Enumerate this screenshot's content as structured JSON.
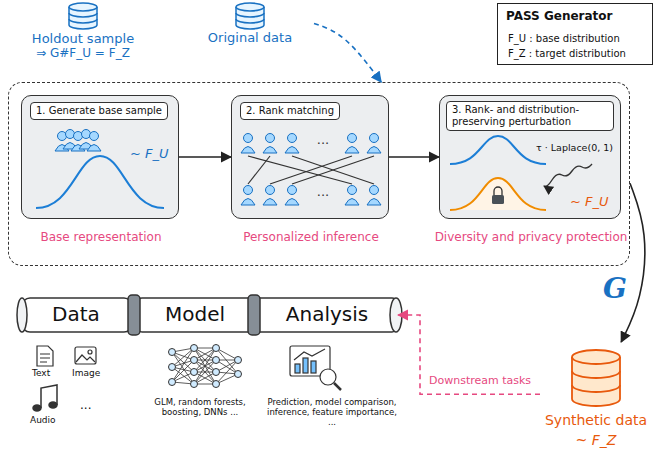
{
  "diagram": {
    "nodes": [
      {
        "text": [
          "Holdout sample",
          "⇒ G#F_U = F_Z"
        ]
      },
      {
        "text": [
          "Original data"
        ]
      },
      {
        "text": [
          "PASS Generator",
          "F_U : base distribution",
          "F_Z : target distribution"
        ]
      },
      {
        "text": []
      },
      {
        "text": [
          "1. Generate base sample",
          "~ F_U",
          "Base representation"
        ],
        "in": 3
      },
      {
        "text": [
          "2. Rank matching",
          "···",
          "···",
          "Personalized inference"
        ],
        "in": 3
      },
      {
        "text": [
          "3. Rank- and distribution-preserving perturbation",
          "τ · Laplace(0, 1)",
          "~ F_U",
          "Diversity and privacy protection"
        ],
        "in": 3
      },
      {
        "text": [
          "Synthetic data",
          "~ F_Z"
        ]
      },
      {
        "text": [
          "Data"
        ]
      },
      {
        "text": [
          "Model"
        ]
      },
      {
        "text": [
          "Analysis"
        ]
      }
    ],
    "edges": [
      {
        "from": 1,
        "to": 3,
        "arrow": "to"
      },
      {
        "from": 4,
        "to": 5,
        "arrow": "to"
      },
      {
        "from": 5,
        "to": 6,
        "arrow": "to"
      },
      {
        "from": 3,
        "to": 7,
        "label": "G",
        "arrow": "to"
      },
      {
        "from": 7,
        "to": 10,
        "label": "Downstream tasks",
        "arrow": "to"
      }
    ],
    "labels": [
      "Text",
      "Image",
      "Audio",
      "...",
      "GLM, random forests, boosting, DNNs ...",
      "Prediction, model comparison, inference, feature importance, ..."
    ]
  }
}
